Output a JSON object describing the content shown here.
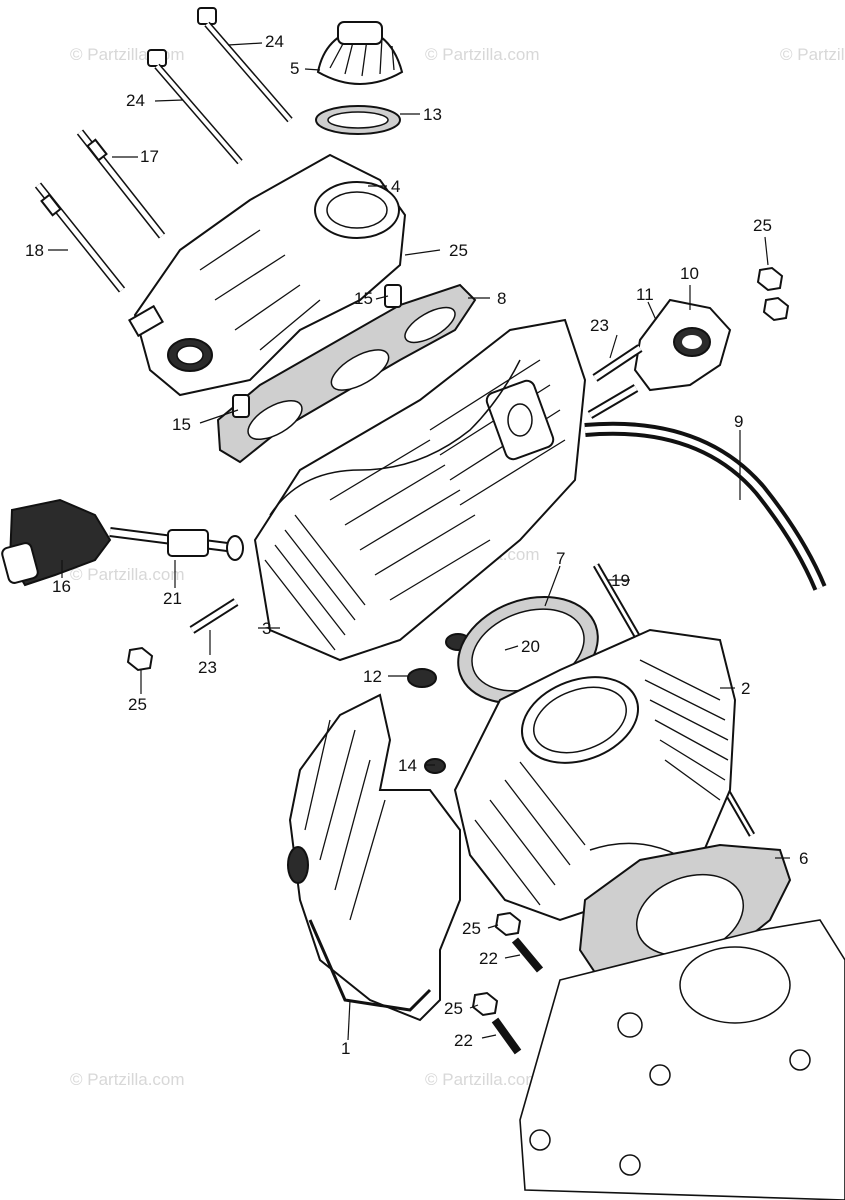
{
  "watermark": "© Partzilla.com",
  "callouts": {
    "c1": "1",
    "c2": "2",
    "c3": "3",
    "c4": "4",
    "c5": "5",
    "c6": "6",
    "c7": "7",
    "c8": "8",
    "c9": "9",
    "c10": "10",
    "c11": "11",
    "c12": "12",
    "c13": "13",
    "c14": "14",
    "c15a": "15",
    "c15b": "15",
    "c16": "16",
    "c17": "17",
    "c18": "18",
    "c19": "19",
    "c20": "20",
    "c21": "21",
    "c22a": "22",
    "c22b": "22",
    "c23a": "23",
    "c23b": "23",
    "c24a": "24",
    "c24b": "24",
    "c25a": "25",
    "c25b": "25",
    "c25c": "25",
    "c25d": "25",
    "c25e": "25"
  }
}
